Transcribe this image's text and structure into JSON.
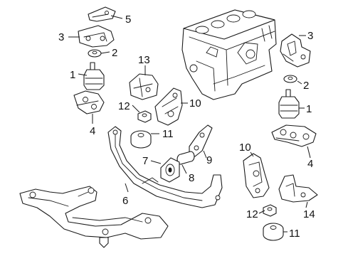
{
  "callouts": {
    "c5": "5",
    "c3_left": "3",
    "c2_left": "2",
    "c1_left": "1",
    "c4_left": "4",
    "c13": "13",
    "c10_mid": "10",
    "c12_mid": "12",
    "c11_mid": "11",
    "c9": "9",
    "c7": "7",
    "c8": "8",
    "c6": "6",
    "c3_right": "3",
    "c2_right": "2",
    "c1_right": "1",
    "c4_right": "4",
    "c10_right": "10",
    "c14": "14",
    "c12_right": "12",
    "c11_right": "11"
  }
}
